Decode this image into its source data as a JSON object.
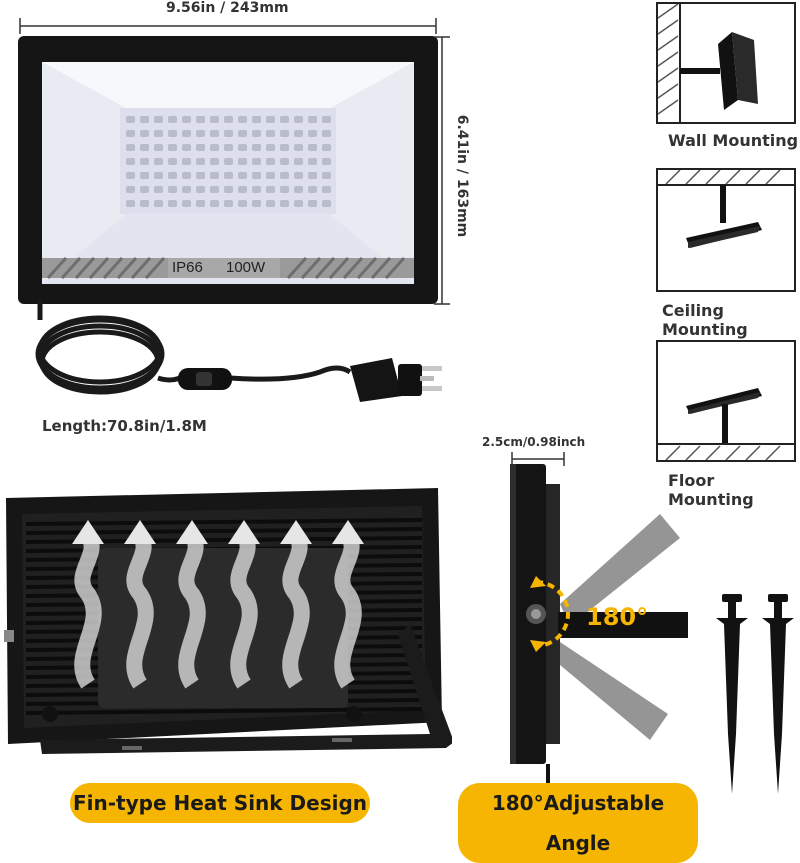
{
  "dimensions": {
    "width_label": "9.56in / 243mm",
    "height_label": "6.41in / 163mm",
    "depth_label": "2.5cm/0.98inch",
    "cable_length_label": "Length:70.8in/1.8M"
  },
  "panel": {
    "ip_rating": "IP66",
    "wattage": "100W"
  },
  "mounting": [
    {
      "label": "Wall Mounting"
    },
    {
      "label": "Ceiling Mounting"
    },
    {
      "label": "Floor Mounting"
    }
  ],
  "angle": {
    "badge": "180°",
    "caption": "180°Adjustable Angle"
  },
  "heat_sink": {
    "caption": "Fin-type Heat Sink Design"
  },
  "colors": {
    "accent": "#f6b500",
    "body": "#151515",
    "panel": "#f2f4fa"
  }
}
